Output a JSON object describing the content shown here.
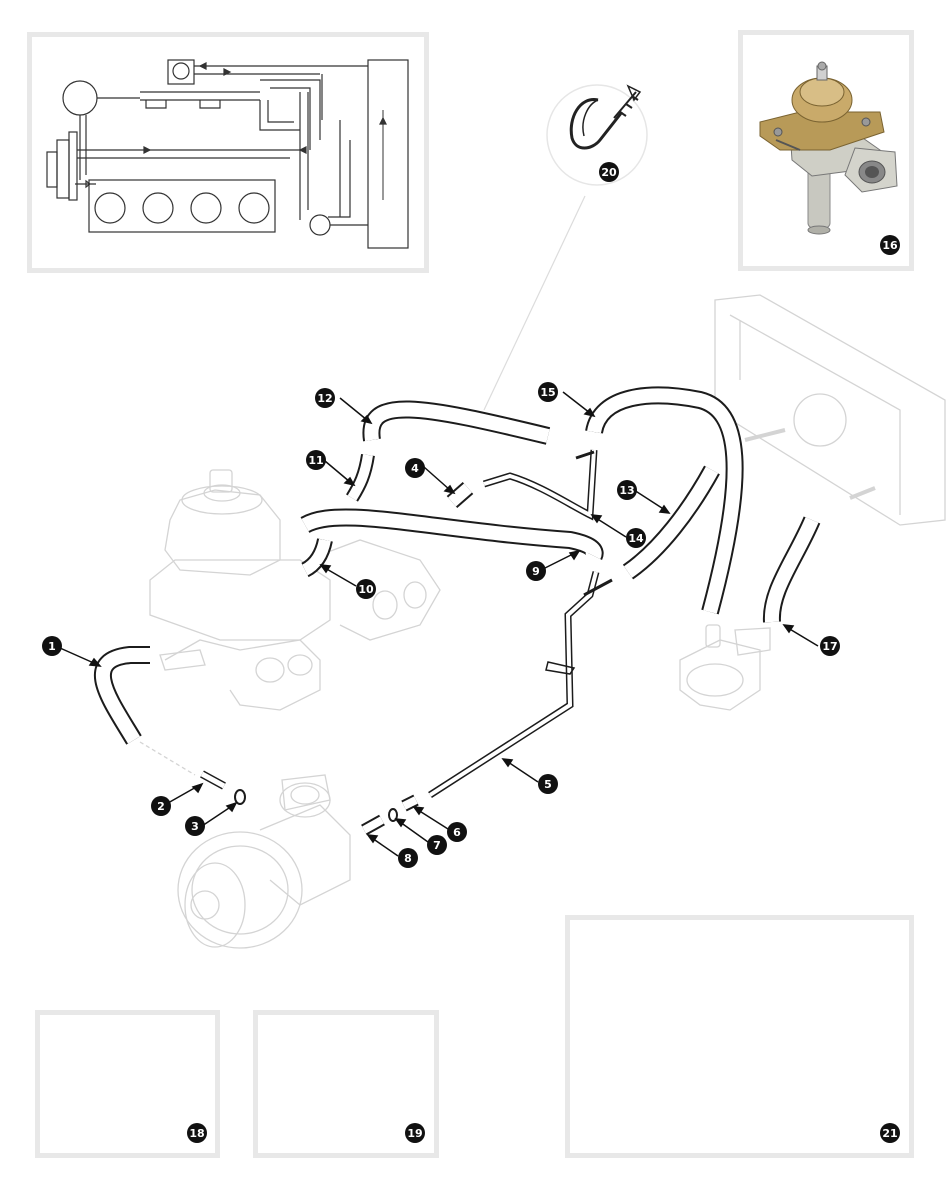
{
  "diagram": {
    "callouts": [
      {
        "id": "1",
        "label": "1"
      },
      {
        "id": "2",
        "label": "2"
      },
      {
        "id": "3",
        "label": "3"
      },
      {
        "id": "4",
        "label": "4"
      },
      {
        "id": "5",
        "label": "5"
      },
      {
        "id": "6",
        "label": "6"
      },
      {
        "id": "7",
        "label": "7"
      },
      {
        "id": "8",
        "label": "8"
      },
      {
        "id": "9",
        "label": "9"
      },
      {
        "id": "10",
        "label": "10"
      },
      {
        "id": "11",
        "label": "11"
      },
      {
        "id": "12",
        "label": "12"
      },
      {
        "id": "13",
        "label": "13"
      },
      {
        "id": "14",
        "label": "14"
      },
      {
        "id": "15",
        "label": "15"
      },
      {
        "id": "16",
        "label": "16"
      },
      {
        "id": "17",
        "label": "17"
      },
      {
        "id": "18",
        "label": "18"
      },
      {
        "id": "19",
        "label": "19"
      },
      {
        "id": "20",
        "label": "20"
      },
      {
        "id": "21",
        "label": "21"
      }
    ],
    "colors": {
      "frame": "#e8e8e8",
      "ghost_line": "#d4d4d4",
      "hose": "#222222",
      "badge": "#111111",
      "valve_brass": "#b8965a"
    }
  }
}
